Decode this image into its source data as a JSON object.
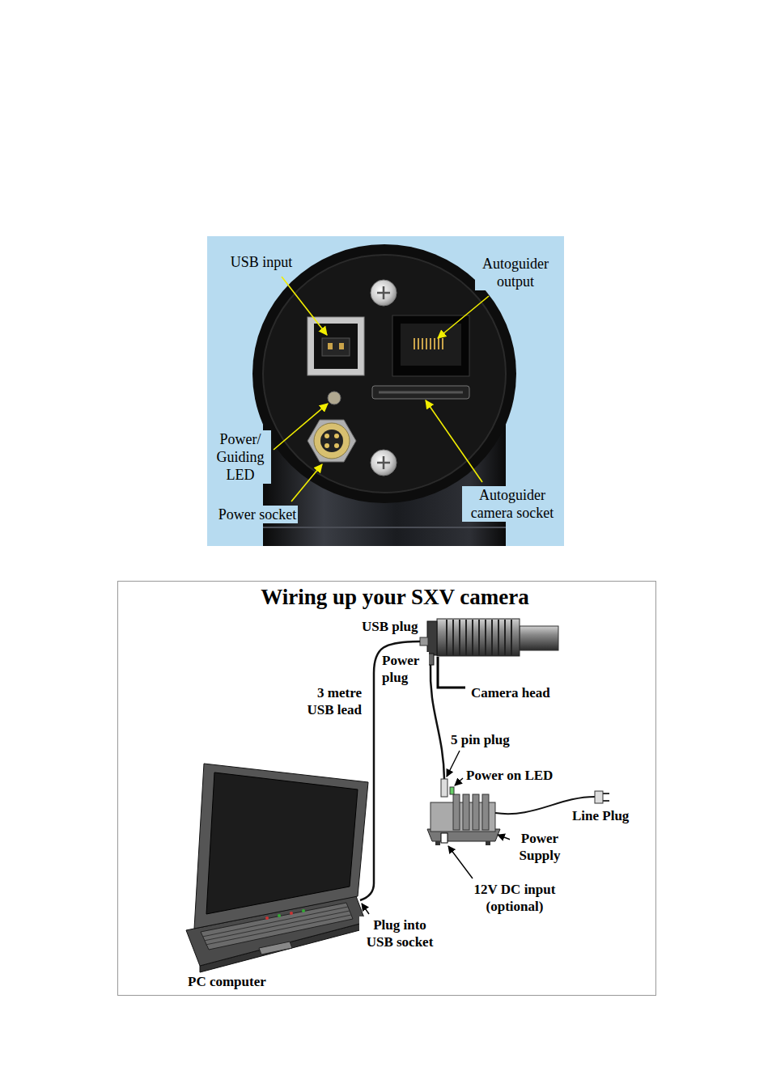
{
  "diagram": {
    "title": "Wiring up your SXV camera",
    "labels": [
      "USB input",
      "Autoguider output",
      "Power/ Guiding LED",
      "Power socket",
      "Autoguider camera socket",
      "USB plug",
      "Power plug",
      "Camera head",
      "3 metre USB lead",
      "5 pin plug",
      "Power on LED",
      "Line Plug",
      "Power Supply",
      "12V DC input (optional)",
      "Plug into USB socket",
      "PC computer"
    ]
  }
}
